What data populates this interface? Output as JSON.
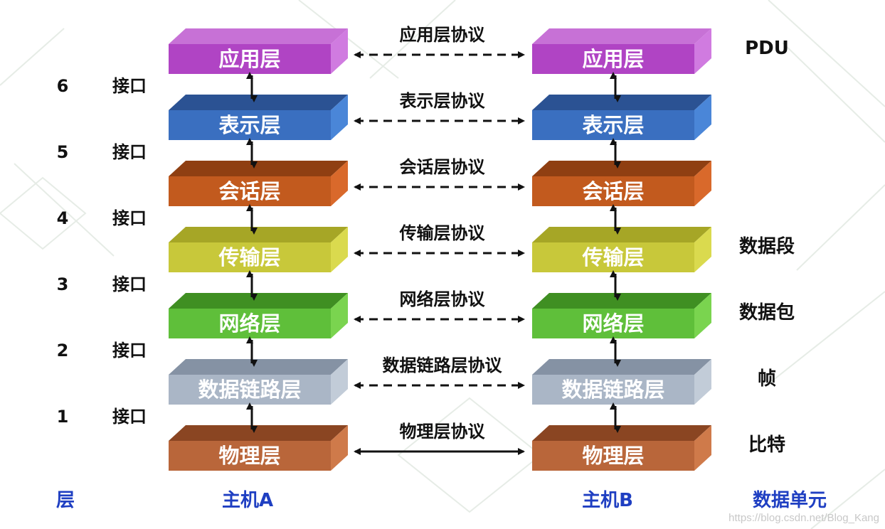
{
  "layers": [
    {
      "id": "app",
      "label": "应用层",
      "protocol": "应用层协议",
      "pdu": "PDU",
      "protocol_line": "dashed",
      "colors": {
        "front": "#b044c4",
        "top": "#c771d6",
        "side": "#d07be0"
      }
    },
    {
      "id": "pres",
      "label": "表示层",
      "protocol": "表示层协议",
      "pdu": "",
      "protocol_line": "dashed",
      "colors": {
        "front": "#3a6fc0",
        "top": "#2b5293",
        "side": "#4a86d8"
      }
    },
    {
      "id": "sess",
      "label": "会话层",
      "protocol": "会话层协议",
      "pdu": "",
      "protocol_line": "dashed",
      "colors": {
        "front": "#c25a1e",
        "top": "#8f3f12",
        "side": "#d9692b"
      }
    },
    {
      "id": "trans",
      "label": "传输层",
      "protocol": "传输层协议",
      "pdu": "数据段",
      "protocol_line": "dashed",
      "colors": {
        "front": "#c8c83a",
        "top": "#a6a626",
        "side": "#dada4e"
      }
    },
    {
      "id": "net",
      "label": "网络层",
      "protocol": "网络层协议",
      "pdu": "数据包",
      "protocol_line": "dashed",
      "colors": {
        "front": "#5fbf3a",
        "top": "#3f8f22",
        "side": "#7ad44f"
      }
    },
    {
      "id": "link",
      "label": "数据链路层",
      "protocol": "数据链路层协议",
      "pdu": "帧",
      "protocol_line": "dashed",
      "colors": {
        "front": "#aab6c6",
        "top": "#8592a4",
        "side": "#c2ccd8"
      }
    },
    {
      "id": "phys",
      "label": "物理层",
      "protocol": "物理层协议",
      "pdu": "比特",
      "protocol_line": "solid",
      "colors": {
        "front": "#b9663a",
        "top": "#8a4522",
        "side": "#cf7a4a"
      }
    }
  ],
  "interfaces": [
    {
      "number": "6",
      "label": "接口"
    },
    {
      "number": "5",
      "label": "接口"
    },
    {
      "number": "4",
      "label": "接口"
    },
    {
      "number": "3",
      "label": "接口"
    },
    {
      "number": "2",
      "label": "接口"
    },
    {
      "number": "1",
      "label": "接口"
    }
  ],
  "footer": {
    "layer": "层",
    "host_a": "主机A",
    "host_b": "主机B",
    "pdu": "数据单元"
  },
  "watermark": "https://blog.csdn.net/Blog_Kang",
  "colors": {
    "footer_text": "#1f3fc2",
    "arrow": "#111111"
  }
}
